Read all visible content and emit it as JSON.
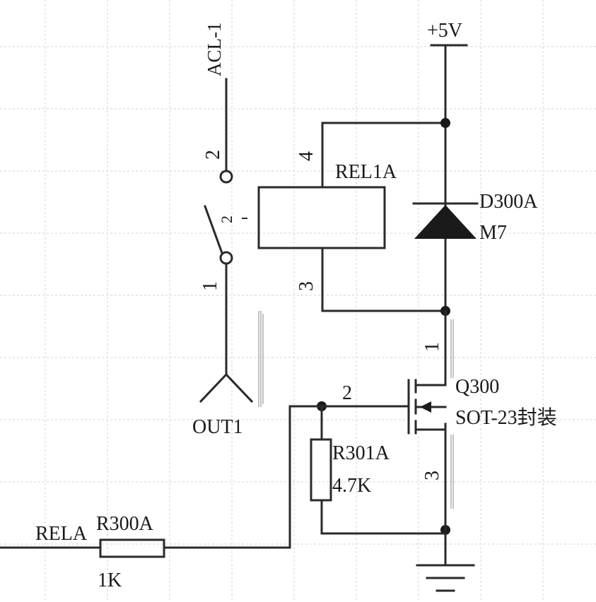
{
  "labels": {
    "vcc": "+5V",
    "connector": "ACL-1",
    "relay": "REL1A",
    "relay_pin_4": "4",
    "relay_pin_3": "3",
    "switch_pin_2": "2",
    "switch_pin_1": "1",
    "diode": "D300A",
    "diode_model": "M7",
    "output": "OUT1",
    "q_pin_1": "1",
    "q_pin_2": "2",
    "q_pin_3": "3",
    "transistor": "Q300",
    "package": "SOT-23封装",
    "r_gate": "R301A",
    "r_gate_value": "4.7K",
    "input": "RELA",
    "r_series": "R300A",
    "r_series_value": "1K"
  },
  "colors": {
    "wire": "#2a2a2a",
    "grid": "#dfe2ea",
    "background": "#ffffff"
  }
}
